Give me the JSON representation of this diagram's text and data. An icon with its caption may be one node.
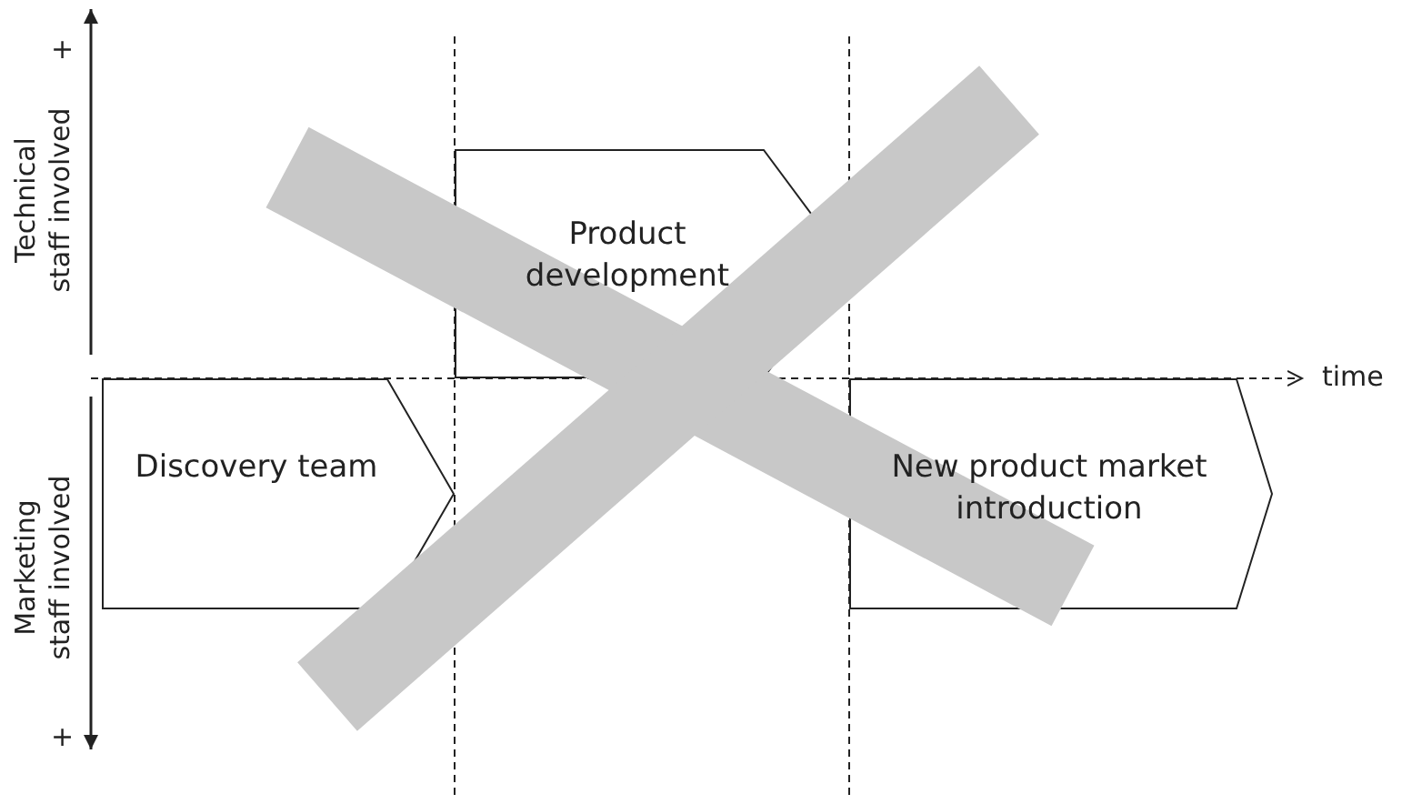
{
  "diagram": {
    "nodes": [
      {
        "text": [
          "Product development"
        ]
      },
      {
        "text": [
          "Discovery team"
        ]
      },
      {
        "text": [
          "New product market introduction"
        ]
      }
    ],
    "labels": [
      "+",
      "Technical staff involved",
      "time",
      "Marketing staff involved",
      "+"
    ]
  }
}
